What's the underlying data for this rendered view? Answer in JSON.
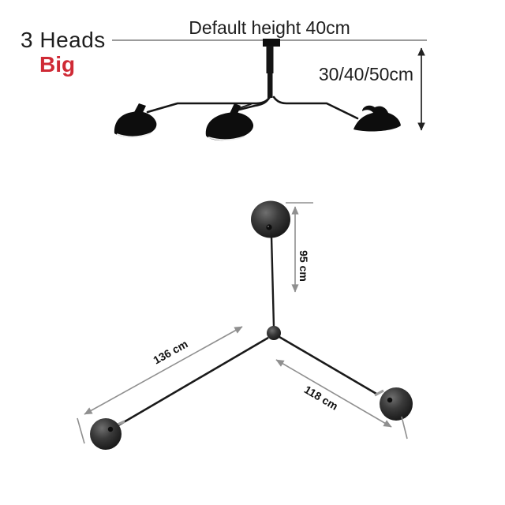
{
  "labels": {
    "heads": "3 Heads",
    "size": "Big",
    "default_height": "Default height 40cm",
    "drop_options": "30/40/50cm"
  },
  "measurements": {
    "vertical_arm": "95 cm",
    "left_arm": "136 cm",
    "right_arm": "118 cm"
  },
  "icons": {
    "lamp_side_view": "three-arm-ceiling-lamp-side-view",
    "lamp_top_view": "three-arm-lamp-top-view-diagram",
    "height_arrow": "vertical-double-arrow",
    "dimension_arrows": "double-headed-dimension-arrows"
  },
  "colors": {
    "accent_red": "#cf2a35",
    "ink": "#1e1e1e",
    "lamp_black": "#141414",
    "dimension_gray": "#8f8f8f"
  }
}
